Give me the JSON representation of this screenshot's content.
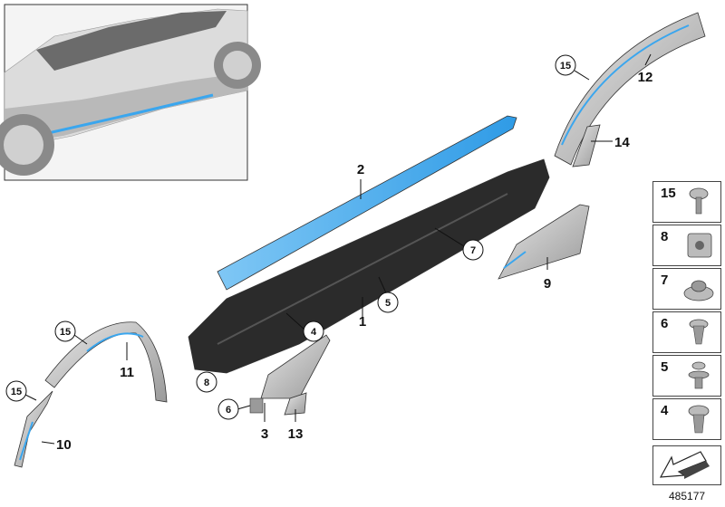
{
  "diagram": {
    "doc_number": "485177",
    "callouts": [
      {
        "id": "c1",
        "text": "1"
      },
      {
        "id": "c2",
        "text": "2"
      },
      {
        "id": "c3",
        "text": "3"
      },
      {
        "id": "c4",
        "text": "4"
      },
      {
        "id": "c5",
        "text": "5"
      },
      {
        "id": "c6",
        "text": "6"
      },
      {
        "id": "c7",
        "text": "7"
      },
      {
        "id": "c8",
        "text": "8"
      },
      {
        "id": "c9",
        "text": "9"
      },
      {
        "id": "c10",
        "text": "10"
      },
      {
        "id": "c11",
        "text": "11"
      },
      {
        "id": "c12",
        "text": "12"
      },
      {
        "id": "c13",
        "text": "13"
      },
      {
        "id": "c14",
        "text": "14"
      },
      {
        "id": "c15a",
        "text": "15"
      },
      {
        "id": "c15b",
        "text": "15"
      },
      {
        "id": "c15c",
        "text": "15"
      }
    ],
    "legend": [
      "15",
      "8",
      "7",
      "6",
      "5",
      "4"
    ],
    "colors": {
      "highlight": "#3aa6ee",
      "part_dark": "#2b2b2b",
      "part_grey": "#c8c8c8",
      "outline": "#444444"
    }
  }
}
